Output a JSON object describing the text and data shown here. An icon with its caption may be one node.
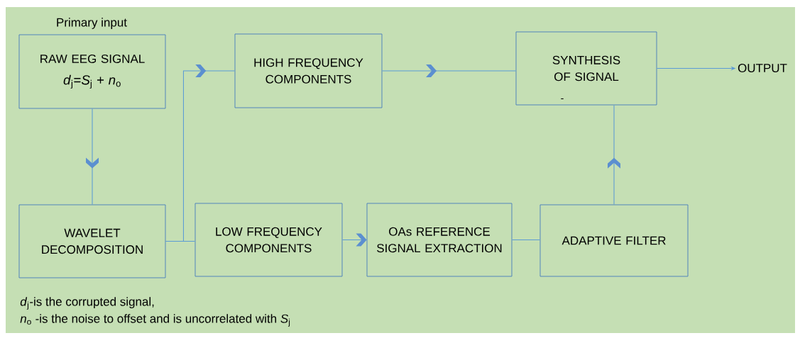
{
  "diagram": {
    "nodes": [
      {
        "text": [
          "Primary input",
          "RAW EEG SIGNAL",
          "*d*$_{j}$=*S*$_{j}$ + *n*$_{o}$"
        ]
      },
      {
        "text": [
          "HIGH FREQUENCY COMPONENTS"
        ]
      },
      {
        "text": [
          "SYNTHESIS OF SIGNAL",
          "-"
        ]
      },
      {
        "text": [
          "OUTPUT"
        ]
      },
      {
        "text": [
          "WAVELET DECOMPOSITION"
        ]
      },
      {
        "text": [
          "LOW FREQUENCY COMPONENTS"
        ]
      },
      {
        "text": [
          "OAs REFERENCE SIGNAL EXTRACTION"
        ]
      },
      {
        "text": [
          "ADAPTIVE FILTER"
        ]
      }
    ],
    "edges": [
      {
        "from": 0,
        "to": 4,
        "arrow": "to"
      },
      {
        "from": 4,
        "to": 1,
        "arrow": "to"
      },
      {
        "from": 4,
        "to": 5,
        "arrow": "none"
      },
      {
        "from": 1,
        "to": 2,
        "arrow": "to"
      },
      {
        "from": 2,
        "to": 3,
        "arrow": "to"
      },
      {
        "from": 5,
        "to": 6,
        "arrow": "to"
      },
      {
        "from": 6,
        "to": 7,
        "arrow": "none"
      },
      {
        "from": 7,
        "to": 2,
        "arrow": "to"
      }
    ],
    "labels": [
      "*d*$_{j}$-is the corrupted signal,",
      "*n*$_{o}$ -is the noise to offset and is uncorrelated with *S*$_{j}$"
    ]
  }
}
